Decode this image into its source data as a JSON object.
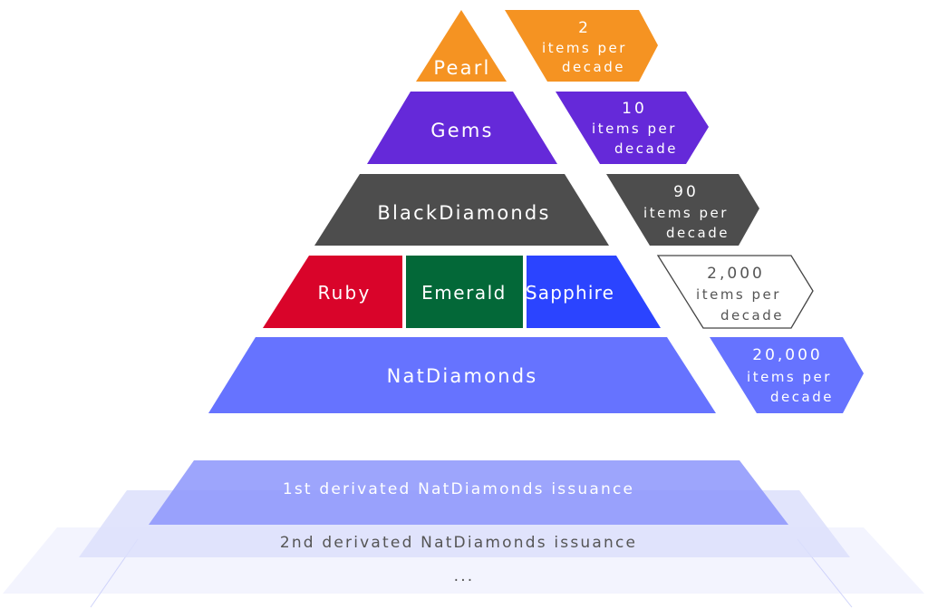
{
  "diagram": {
    "type": "pyramid",
    "tiers": [
      {
        "id": "pearl",
        "label": "Pearl",
        "color": "#f59322",
        "badge": {
          "count": "2",
          "line2": "items per",
          "line3": "decade",
          "fill": "#f59322",
          "stroke": "none",
          "text_color": "#ffffff"
        }
      },
      {
        "id": "gems",
        "label": "Gems",
        "color": "#6529d9",
        "badge": {
          "count": "10",
          "line2": "items per",
          "line3": "decade",
          "fill": "#6529d9",
          "stroke": "none",
          "text_color": "#ffffff"
        }
      },
      {
        "id": "blackdiamonds",
        "label": "BlackDiamonds",
        "color": "#4d4d4d",
        "badge": {
          "count": "90",
          "line2": "items per",
          "line3": "decade",
          "fill": "#4d4d4d",
          "stroke": "none",
          "text_color": "#ffffff"
        }
      },
      {
        "id": "gemstones",
        "segments": [
          {
            "label": "Ruby",
            "color": "#d9042a"
          },
          {
            "label": "Emerald",
            "color": "#036838"
          },
          {
            "label": "Sapphire",
            "color": "#2b44ff"
          }
        ],
        "badge": {
          "count": "2,000",
          "line2": "items per",
          "line3": "decade",
          "fill": "#ffffff",
          "stroke": "#444444",
          "text_color": "#555555"
        }
      },
      {
        "id": "natdiamonds",
        "label": "NatDiamonds",
        "color": "#6673ff",
        "badge": {
          "count": "20,000",
          "line2": "items per",
          "line3": "decade",
          "fill": "#6673ff",
          "stroke": "none",
          "text_color": "#ffffff"
        }
      }
    ],
    "base_layers": [
      {
        "label": "1st derivated NatDiamonds issuance",
        "color": "#8c95fb",
        "text_color": "#ffffff"
      },
      {
        "label": "2nd derivated NatDiamonds issuance",
        "color": "#dcdffc",
        "text_color": "#555555"
      },
      {
        "label": "...",
        "color": "#f3f4fe",
        "text_color": "#555555"
      }
    ]
  }
}
